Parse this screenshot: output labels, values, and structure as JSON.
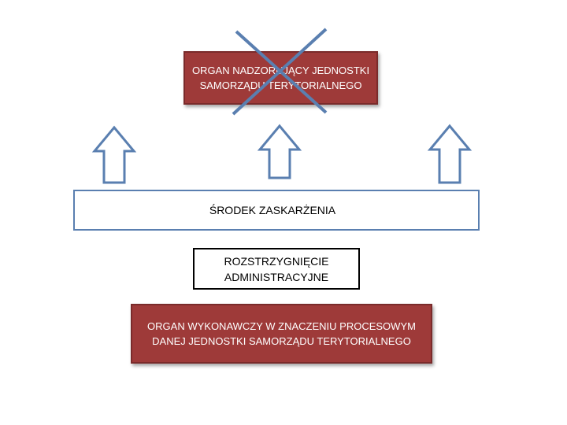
{
  "diagram": {
    "supervisory_body": "ORGAN NADZORUJĄCY JEDNOSTKI\nSAMORZĄDU TERYTORIALNEGO",
    "remedy": "ŚRODEK ZASKARŻENIA",
    "decision": "ROZSTRZYGNIĘCIE\nADMINISTRACYJNE",
    "executive_body": "ORGAN WYKONAWCZY W ZNACZENIU PROCESOWYM\nDANEJ JEDNOSTKI SAMORZĄDU TERYTORIALNEGO"
  },
  "colors": {
    "red_box_fill": "#9e3a39",
    "arrow_stroke": "#5a7fb0",
    "cross_stroke": "#5a7fb0"
  }
}
